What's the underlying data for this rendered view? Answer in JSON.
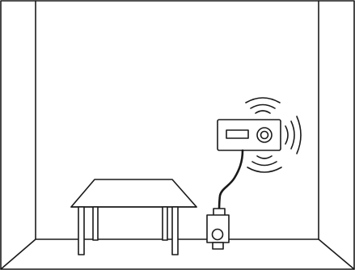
{
  "scene": {
    "description_labels": [],
    "objects": [
      {
        "name": "room",
        "icon": "room-outline-icon"
      },
      {
        "name": "table",
        "icon": "table-icon"
      },
      {
        "name": "sound-device",
        "icon": "speaker-radio-icon"
      },
      {
        "name": "wall-outlet",
        "icon": "wall-outlet-icon"
      }
    ],
    "colors": {
      "ink": "#1a1a1a",
      "background": "#ffffff"
    }
  }
}
